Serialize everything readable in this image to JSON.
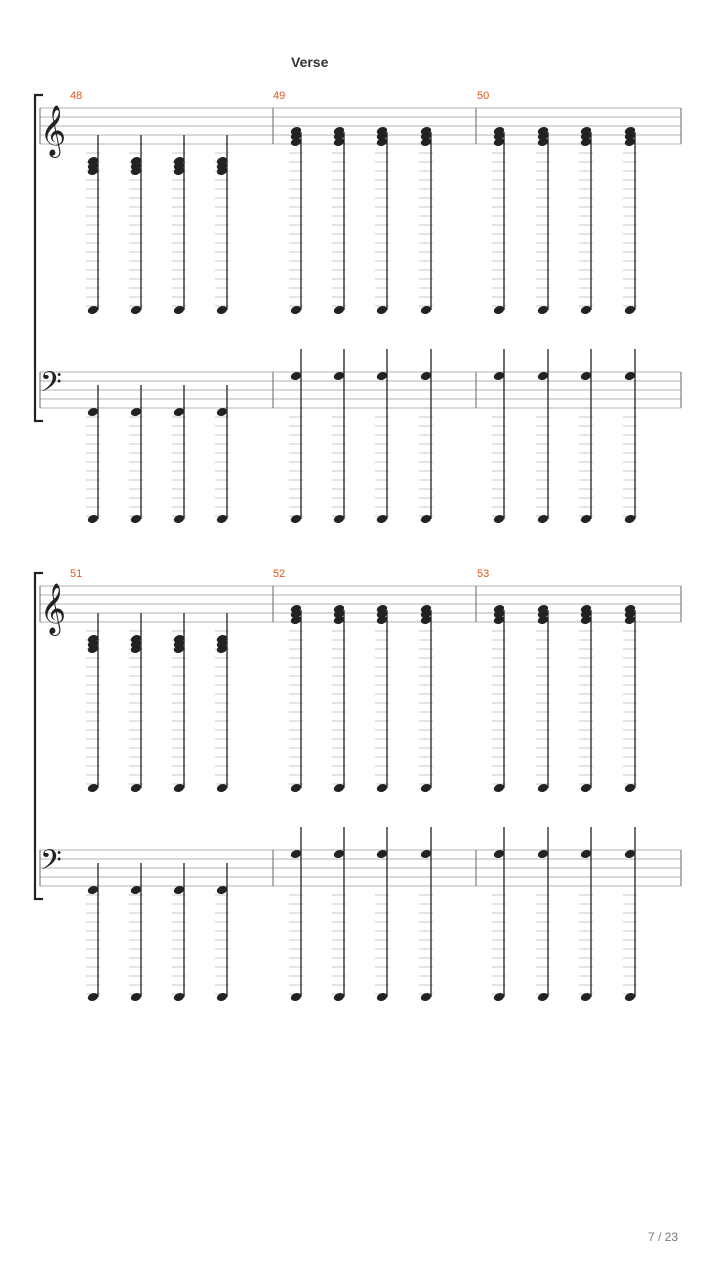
{
  "section_label": "Verse",
  "page_number": "7 / 23",
  "colors": {
    "measure_number": "#e2571e",
    "staff": "#9a9a9a",
    "notes": "#222222"
  },
  "systems": [
    {
      "measures": [
        "48",
        "49",
        "50"
      ]
    },
    {
      "measures": [
        "51",
        "52",
        "53"
      ]
    }
  ]
}
